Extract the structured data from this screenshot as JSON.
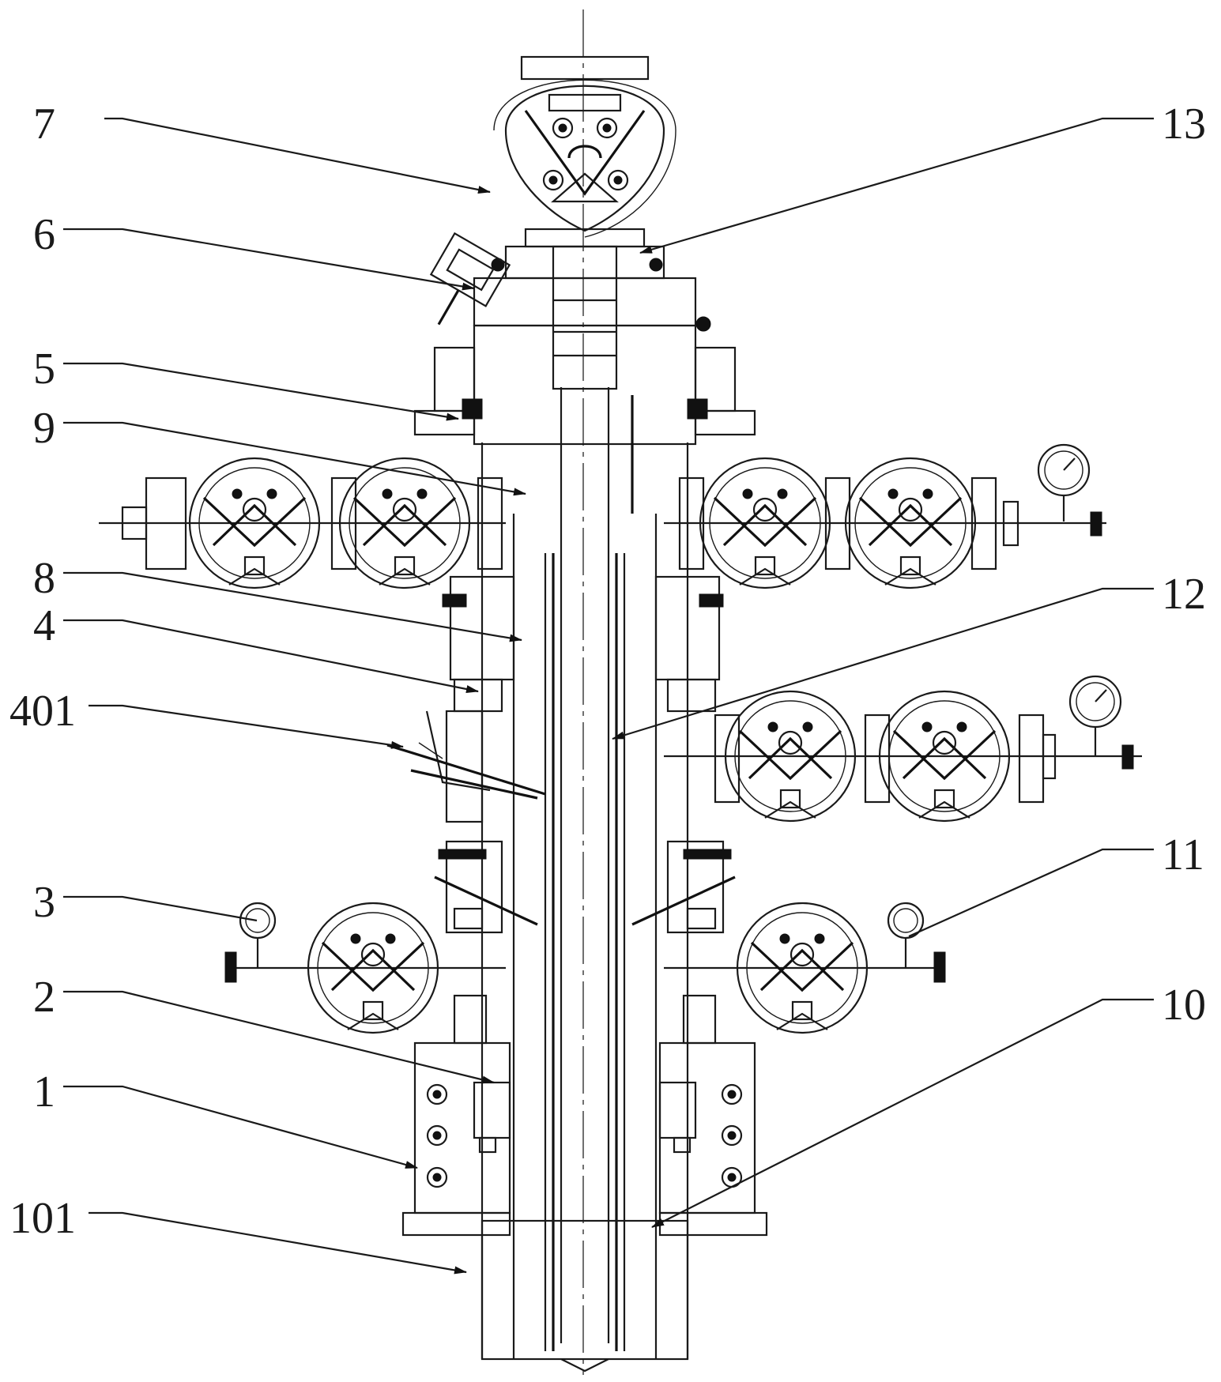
{
  "labels": {
    "l7": "7",
    "l6": "6",
    "l5": "5",
    "l9": "9",
    "l8": "8",
    "l4": "4",
    "l401": "401",
    "l3": "3",
    "l2": "2",
    "l1": "1",
    "l101": "101",
    "l13": "13",
    "l12": "12",
    "l11": "11",
    "l10": "10"
  }
}
